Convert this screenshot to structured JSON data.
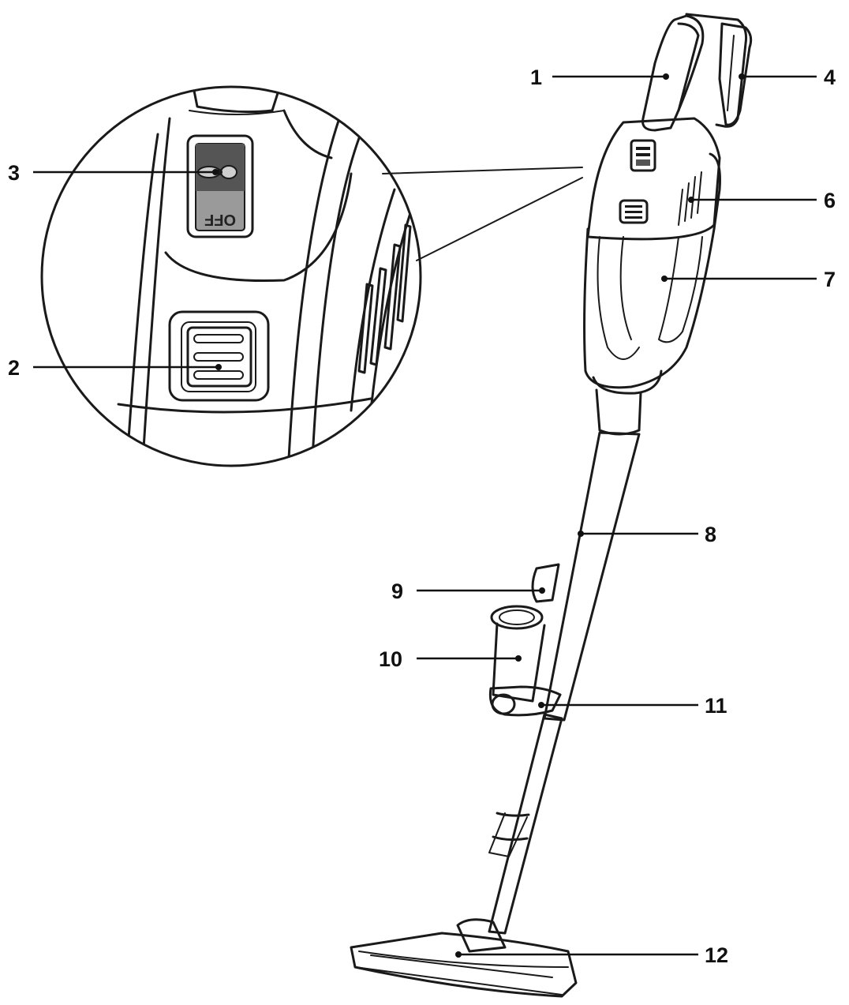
{
  "callouts": [
    {
      "id": "1",
      "label": "1"
    },
    {
      "id": "2",
      "label": "2"
    },
    {
      "id": "3",
      "label": "3"
    },
    {
      "id": "4",
      "label": "4"
    },
    {
      "id": "6",
      "label": "6"
    },
    {
      "id": "7",
      "label": "7"
    },
    {
      "id": "8",
      "label": "8"
    },
    {
      "id": "9",
      "label": "9"
    },
    {
      "id": "10",
      "label": "10"
    },
    {
      "id": "11",
      "label": "11"
    },
    {
      "id": "12",
      "label": "12"
    }
  ],
  "switch_text": "OFF"
}
